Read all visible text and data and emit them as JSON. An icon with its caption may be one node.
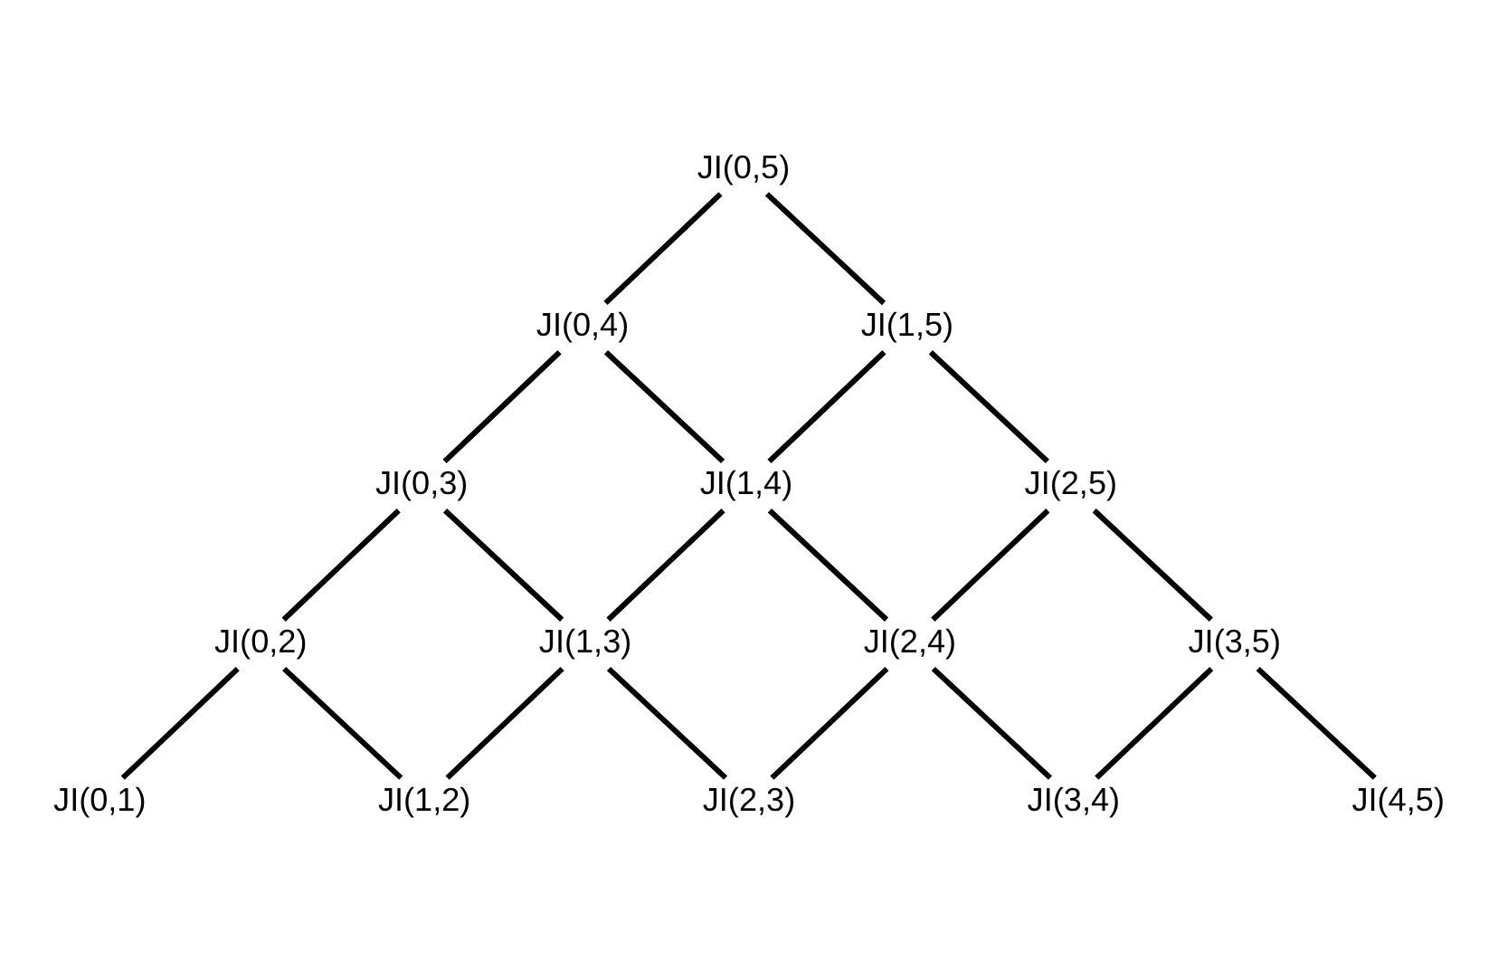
{
  "diagram": {
    "nodes": [
      {
        "text": [
          "JI(0,5)"
        ]
      },
      {
        "text": [
          "JI(0,4)"
        ]
      },
      {
        "text": [
          "JI(1,5)"
        ]
      },
      {
        "text": [
          "JI(0,3)"
        ]
      },
      {
        "text": [
          "JI(1,4)"
        ]
      },
      {
        "text": [
          "JI(2,5)"
        ]
      },
      {
        "text": [
          "JI(0,2)"
        ]
      },
      {
        "text": [
          "JI(1,3)"
        ]
      },
      {
        "text": [
          "JI(2,4)"
        ]
      },
      {
        "text": [
          "JI(3,5)"
        ]
      },
      {
        "text": [
          "JI(0,1)"
        ]
      },
      {
        "text": [
          "JI(1,2)"
        ]
      },
      {
        "text": [
          "JI(2,3)"
        ]
      },
      {
        "text": [
          "JI(3,4)"
        ]
      },
      {
        "text": [
          "JI(4,5)"
        ]
      }
    ],
    "edges": [
      {
        "from": 0,
        "to": 1,
        "arrow": "none"
      },
      {
        "from": 0,
        "to": 2,
        "arrow": "none"
      },
      {
        "from": 1,
        "to": 3,
        "arrow": "none"
      },
      {
        "from": 1,
        "to": 4,
        "arrow": "none"
      },
      {
        "from": 2,
        "to": 4,
        "arrow": "none"
      },
      {
        "from": 2,
        "to": 5,
        "arrow": "none"
      },
      {
        "from": 3,
        "to": 6,
        "arrow": "none"
      },
      {
        "from": 3,
        "to": 7,
        "arrow": "none"
      },
      {
        "from": 4,
        "to": 7,
        "arrow": "none"
      },
      {
        "from": 4,
        "to": 8,
        "arrow": "none"
      },
      {
        "from": 5,
        "to": 8,
        "arrow": "none"
      },
      {
        "from": 5,
        "to": 9,
        "arrow": "none"
      },
      {
        "from": 6,
        "to": 10,
        "arrow": "none"
      },
      {
        "from": 6,
        "to": 11,
        "arrow": "none"
      },
      {
        "from": 7,
        "to": 11,
        "arrow": "none"
      },
      {
        "from": 7,
        "to": 12,
        "arrow": "none"
      },
      {
        "from": 8,
        "to": 12,
        "arrow": "none"
      },
      {
        "from": 8,
        "to": 13,
        "arrow": "none"
      },
      {
        "from": 9,
        "to": 13,
        "arrow": "none"
      },
      {
        "from": 9,
        "to": 14,
        "arrow": "none"
      }
    ]
  }
}
